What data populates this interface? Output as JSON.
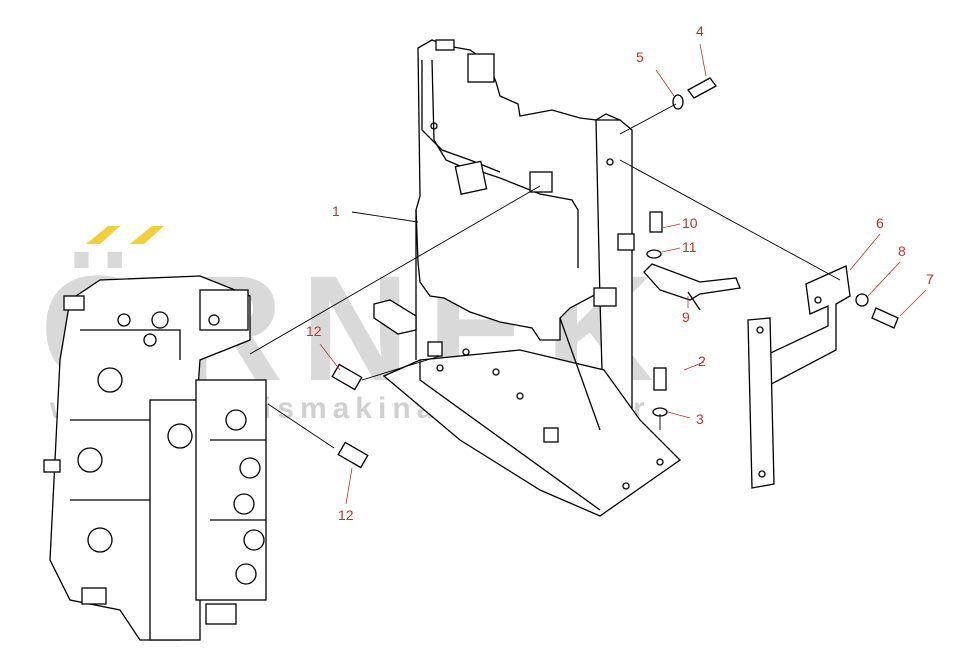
{
  "watermark": {
    "brand": "ÖRNEK",
    "url": "www.ornekismakinalari.com.tr",
    "accent_color": "#f2cf3a",
    "text_color": "#d9d9d9"
  },
  "callouts": [
    {
      "label": "1"
    },
    {
      "label": "2"
    },
    {
      "label": "3"
    },
    {
      "label": "4"
    },
    {
      "label": "5"
    },
    {
      "label": "6"
    },
    {
      "label": "7"
    },
    {
      "label": "8"
    },
    {
      "label": "9"
    },
    {
      "label": "10"
    },
    {
      "label": "11"
    },
    {
      "label": "12"
    },
    {
      "label": "12"
    }
  ],
  "colors": {
    "callout": "#c0322b",
    "line": "#000000",
    "background": "#ffffff"
  }
}
